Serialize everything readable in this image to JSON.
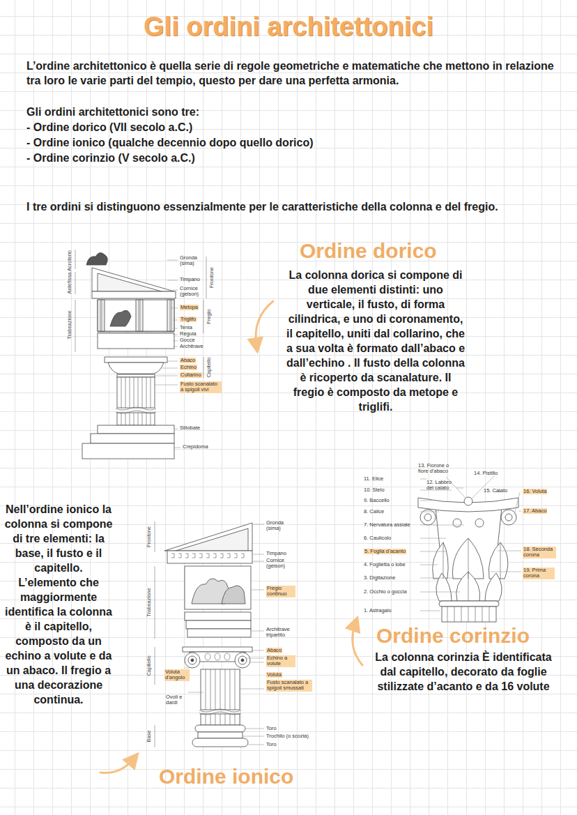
{
  "diagram": {
    "title": "Gli ordini architettonici",
    "labels": [
      "L’ordine architettonico è quella serie di regole geometriche e matematiche che mettono in relazione tra loro le varie parti del tempio, questo per dare una perfetta armonia.",
      "Gli ordini architettonici sono tre:",
      "- Ordine dorico (VII secolo a.C.)",
      "- Ordine ionico (qualche decennio dopo quello dorico)",
      "- Ordine corinzio (V secolo a.C.)",
      "I tre ordini si distinguono essenzialmente per le caratteristiche della colonna e del fregio.",
      "Ordine dorico",
      "La colonna dorica si compone di due elementi distinti: uno verticale, il fusto, di forma cilindrica, e uno di coronamento, il capitello, uniti dal collarino, che a sua volta è formato dall’abaco e dall’echino . Il fusto della colonna è ricoperto da scanalature. Il fregio è composto da metope e triglifi.",
      "Acroterio",
      "Antefissa",
      "Trabeazione",
      "Gronda (sima)",
      "Timpano",
      "Cornice (geison)",
      "Metopa",
      "Triglifo",
      "Tenia",
      "Regula",
      "Gocce",
      "Architrave",
      "Abaco",
      "Echino",
      "Collarino",
      "Fusto scanalato a spigoli vivi",
      "Stilobate",
      "Crepidoma",
      "Frontone",
      "Fregio",
      "Capitello",
      "Nell’ordine ionico la colonna si compone di tre elementi: la base, il fusto e il capitello. L’elemento che maggiormente identifica la colonna è il capitello, composto da un echino a volute e da un abaco. Il fregio a una decorazione continua.",
      "Ordine ionico",
      "Frontone",
      "Trabeazione",
      "Capitello",
      "Base",
      "Gronda (sima)",
      "Timpano",
      "Cornice (geison)",
      "Fregio continuo",
      "Architrave tripartito",
      "Abaco",
      "Echino a volute",
      "Voluta",
      "Fusto scanalato a spigoli smussati",
      "Voluta d’angolo",
      "Ovoli e dardi",
      "Toro",
      "Trochilo (o scozia)",
      "Toro",
      "13. Fiorone o fiore d’abaco",
      "14. Pistillo",
      "11. Elice",
      "12. Labbro del calato",
      "10. Stelo",
      "15. Calato",
      "16. Voluta",
      "9. Baccello",
      "8. Calice",
      "17. Abaco",
      "7. Nervatura assiale",
      "6. Caulicolo",
      "5. Foglia d’acanto",
      "18. Seconda corona",
      "4. Foglietta o lobe",
      "19. Prima corona",
      "3. Digitazione",
      "2. Occhio o goccia",
      "1. Astragalo",
      "Ordine corinzio",
      "La colonna corinzia È identificata dal capitello, decorato da foglie stilizzate d’acanto e da 16 volute"
    ]
  }
}
